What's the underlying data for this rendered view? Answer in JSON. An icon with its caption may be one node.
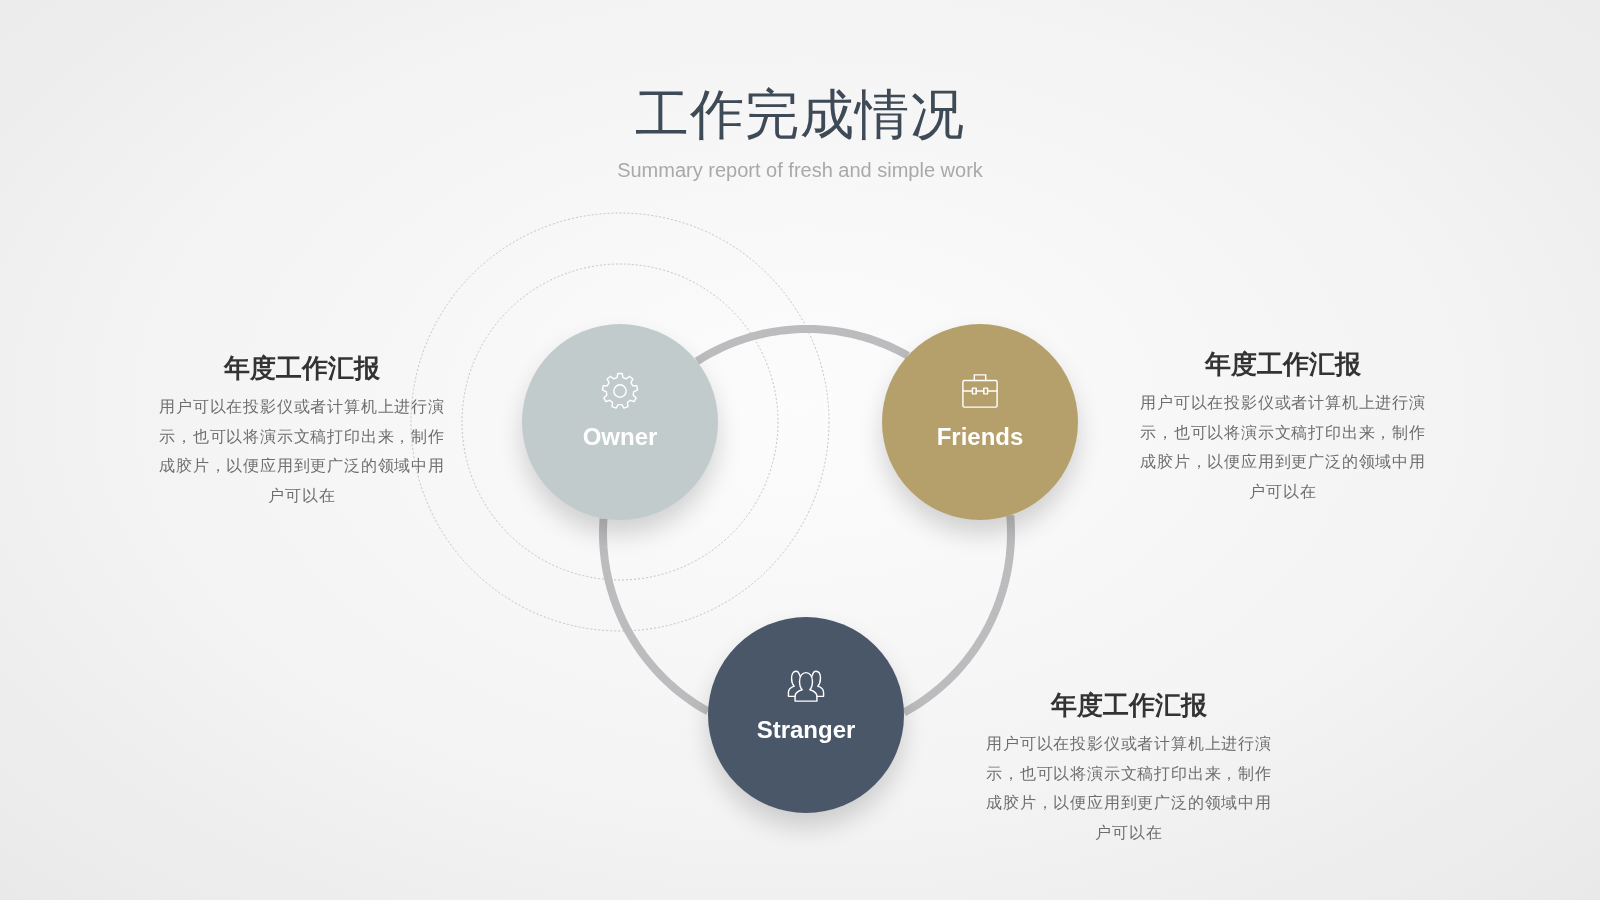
{
  "diagram": {
    "title": "工作完成情况",
    "nodes": [
      {
        "text": [
          "Owner"
        ],
        "beside": [
          "年度工作汇报",
          "用户可以在投影仪或者计算机上进行演示，也可以将演示文稿打印出来，制作成胶片，以便应用到更广泛的领域中用户可以在"
        ]
      },
      {
        "text": [
          "Friends"
        ],
        "beside": [
          "年度工作汇报",
          "用户可以在投影仪或者计算机上进行演示，也可以将演示文稿打印出来，制作成胶片，以便应用到更广泛的领域中用户可以在"
        ]
      },
      {
        "text": [
          "Stranger"
        ],
        "beside": [
          "年度工作汇报",
          "用户可以在投影仪或者计算机上进行演示，也可以将演示文稿打印出来，制作成胶片，以便应用到更广泛的领域中用户可以在"
        ]
      }
    ],
    "edges": [
      {
        "from": 0,
        "to": 1,
        "arrow": "none"
      },
      {
        "from": 1,
        "to": 2,
        "arrow": "none"
      },
      {
        "from": 2,
        "to": 0,
        "arrow": "none"
      }
    ],
    "labels": [
      "Summary report of fresh and simple work"
    ]
  }
}
